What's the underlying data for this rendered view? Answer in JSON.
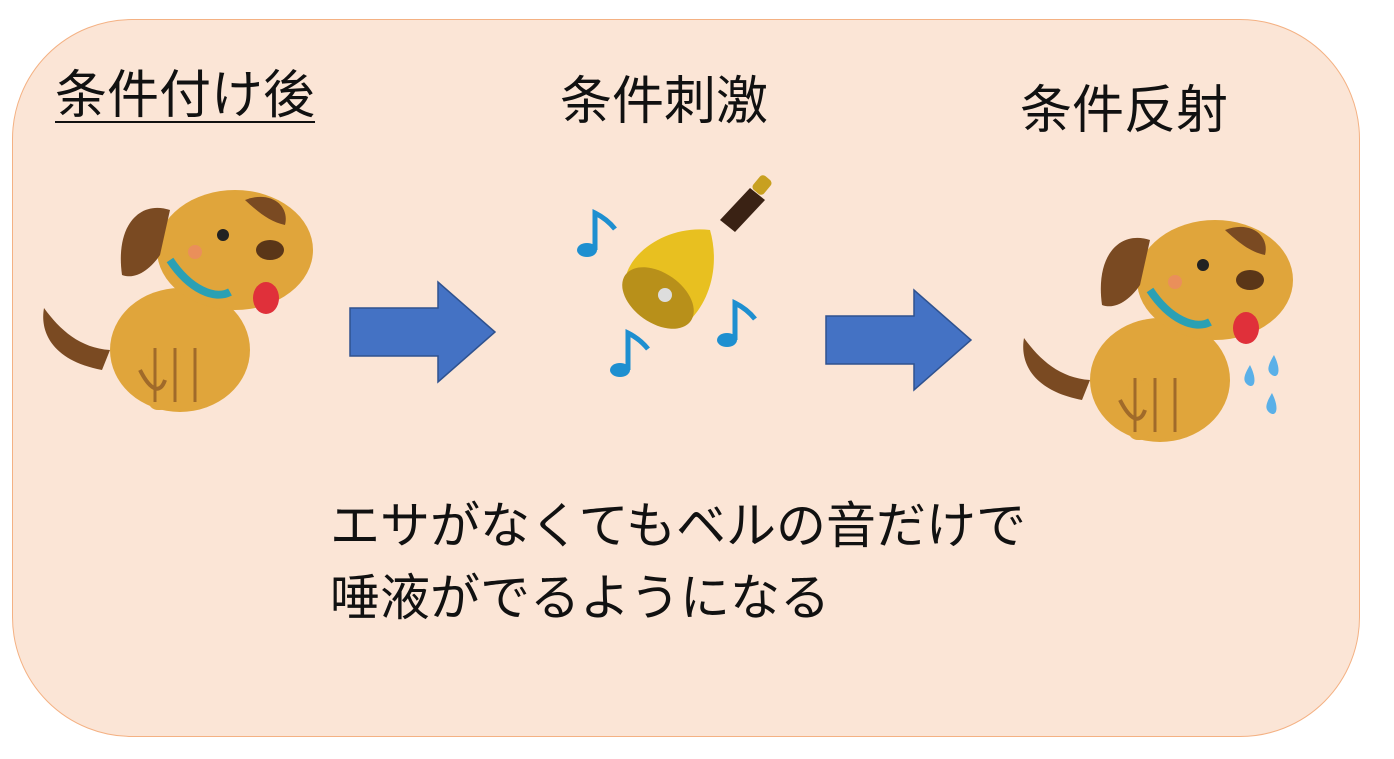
{
  "labels": {
    "after_conditioning": "条件付け後",
    "conditioned_stimulus": "条件刺激",
    "conditioned_reflex": "条件反射"
  },
  "caption": {
    "line1": "エサがなくてもベルの音だけで",
    "line2": "唾液がでるようになる"
  },
  "colors": {
    "panel_fill": "#fbe5d6",
    "panel_border": "#f4b183",
    "arrow": "#4472c4",
    "dog_body": "#e0a53b",
    "dog_ear": "#7a4a22",
    "collar": "#2aa0b4",
    "bell": "#e8c020",
    "music_note": "#1e8fd0",
    "drool": "#5ab0e8"
  },
  "icons": [
    "dog",
    "bell",
    "music-note",
    "arrow-right",
    "drool-drop"
  ]
}
